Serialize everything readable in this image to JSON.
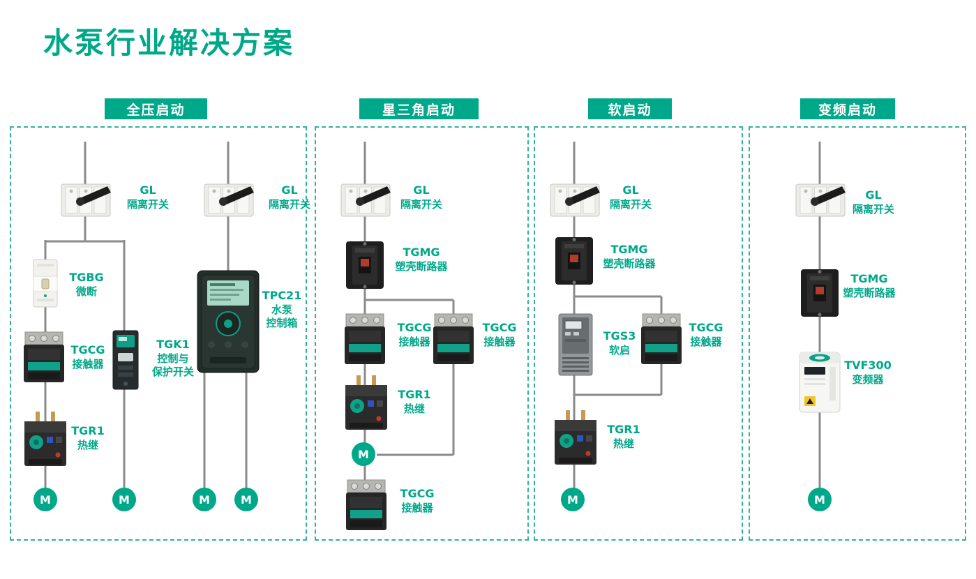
{
  "title": "水泵行业解决方案",
  "colors": {
    "accent": "#00a88a",
    "wire": "#8a8a8a"
  },
  "columns": [
    {
      "header": "全压启动",
      "items": [
        {
          "model": "GL",
          "desc": "隔离开关"
        },
        {
          "model": "GL",
          "desc": "隔离开关"
        },
        {
          "model": "TGBG",
          "desc": "微断"
        },
        {
          "model": "TPC21",
          "desc": "水泵\n控制箱"
        },
        {
          "model": "TGCG",
          "desc": "接触器"
        },
        {
          "model": "TGK1",
          "desc": "控制与\n保护开关"
        },
        {
          "model": "TGR1",
          "desc": "热继"
        }
      ],
      "motors": [
        "M",
        "M",
        "M",
        "M"
      ]
    },
    {
      "header": "星三角启动",
      "items": [
        {
          "model": "GL",
          "desc": "隔离开关"
        },
        {
          "model": "TGMG",
          "desc": "塑壳断路器"
        },
        {
          "model": "TGCG",
          "desc": "接触器"
        },
        {
          "model": "TGCG",
          "desc": "接触器"
        },
        {
          "model": "TGR1",
          "desc": "热继"
        },
        {
          "model": "TGCG",
          "desc": "接触器"
        }
      ],
      "motors": [
        "M"
      ]
    },
    {
      "header": "软启动",
      "items": [
        {
          "model": "GL",
          "desc": "隔离开关"
        },
        {
          "model": "TGMG",
          "desc": "塑壳断路器"
        },
        {
          "model": "TGS3",
          "desc": "软启"
        },
        {
          "model": "TGCG",
          "desc": "接触器"
        },
        {
          "model": "TGR1",
          "desc": "热继"
        }
      ],
      "motors": [
        "M"
      ]
    },
    {
      "header": "变频启动",
      "items": [
        {
          "model": "GL",
          "desc": "隔离开关"
        },
        {
          "model": "TGMG",
          "desc": "塑壳断路器"
        },
        {
          "model": "TVF300",
          "desc": "变频器"
        }
      ],
      "motors": [
        "M"
      ]
    }
  ]
}
